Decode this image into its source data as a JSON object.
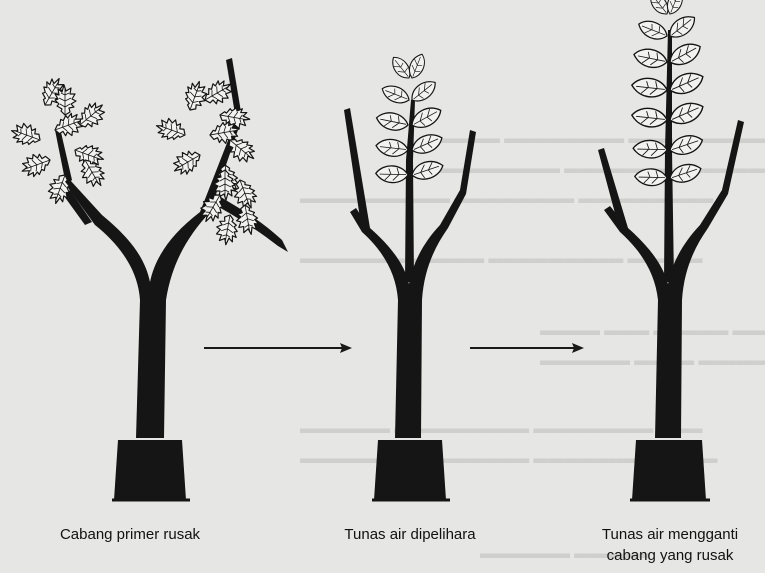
{
  "captions": {
    "left": "Cabang primer rusak",
    "middle": "Tunas air dipelihara",
    "right_line1": "Tunas air mengganti",
    "right_line2": "cabang yang rusak"
  },
  "colors": {
    "paper": "#e6e6e4",
    "ink": "#141414",
    "leaf_fill": "#f2f2f0",
    "arrow": "#1a1a1a"
  }
}
